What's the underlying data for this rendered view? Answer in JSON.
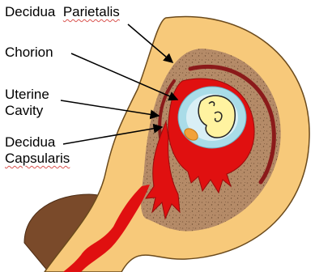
{
  "labels": {
    "decidua_parietalis": {
      "word1": "Decidua",
      "word2": "Parietalis"
    },
    "chorion": "Chorion",
    "uterine_cavity": {
      "line1": "Uterine",
      "line2": "Cavity"
    },
    "decidua_capsularis": {
      "line1": "Decidua",
      "line2": "Capsularis"
    }
  },
  "colors": {
    "uterine_wall": "#F7C97A",
    "uterine_wall_outline": "#6b4a1c",
    "decidua": "#B58B68",
    "decidua_speckle": "#8a6445",
    "chorion_band": "#8B1A1A",
    "blood": "#E01010",
    "amnion": "#A9DCE8",
    "embryo": "#FFF3A0",
    "yolk_sac": "#F2A23A",
    "cervix": "#7A4A2A",
    "arrow": "#000000"
  }
}
